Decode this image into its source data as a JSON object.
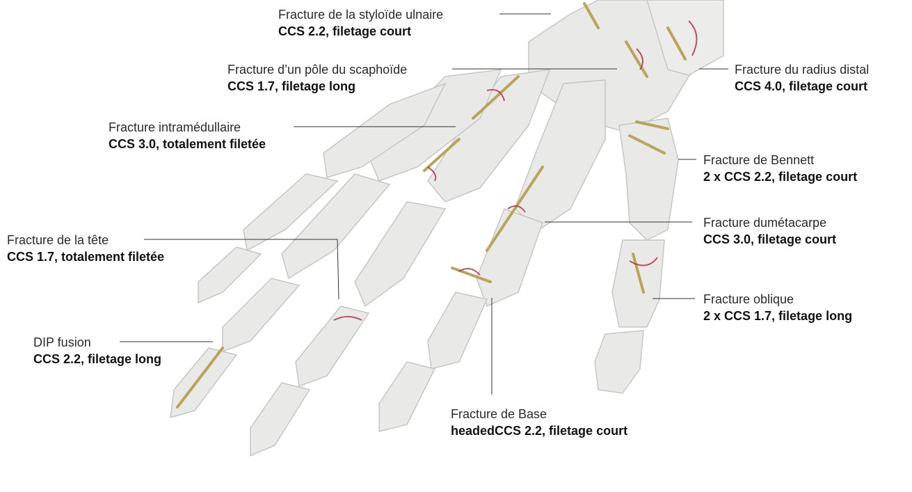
{
  "callouts": [
    {
      "id": "styloid",
      "name": "Fracture de la styloïde ulnaire",
      "spec": "CCS 2.2, filetage court"
    },
    {
      "id": "scaphoid",
      "name": "Fracture d’un pôle du scaphoïde",
      "spec": "CCS 1.7, filetage long"
    },
    {
      "id": "intramedullary",
      "name": "Fracture intramédullaire",
      "spec": "CCS 3.0, totalement filetée"
    },
    {
      "id": "head",
      "name": "Fracture de la tête",
      "spec": "CCS 1.7, totalement filetée"
    },
    {
      "id": "dip",
      "name": "DIP fusion",
      "spec": "CCS 2.2, filetage long"
    },
    {
      "id": "base",
      "name": "Fracture de Base",
      "spec": "headedCCS 2.2, filetage court"
    },
    {
      "id": "radius",
      "name": "Fracture du radius distal",
      "spec": "CCS 4.0, filetage court"
    },
    {
      "id": "bennett",
      "name": "Fracture de Bennett",
      "spec": "2 x CCS 2.2, filetage court"
    },
    {
      "id": "metacarpal",
      "name": "Fracture dumétacarpe",
      "spec": "CCS 3.0, filetage court"
    },
    {
      "id": "oblique",
      "name": "Fracture oblique",
      "spec": "2 x CCS 1.7, filetage long"
    }
  ],
  "colors": {
    "bone": "#e9e9e8",
    "bone_shadow": "#c9c9c7",
    "screw": "#c8b468",
    "fracture_line": "#b8324a"
  }
}
